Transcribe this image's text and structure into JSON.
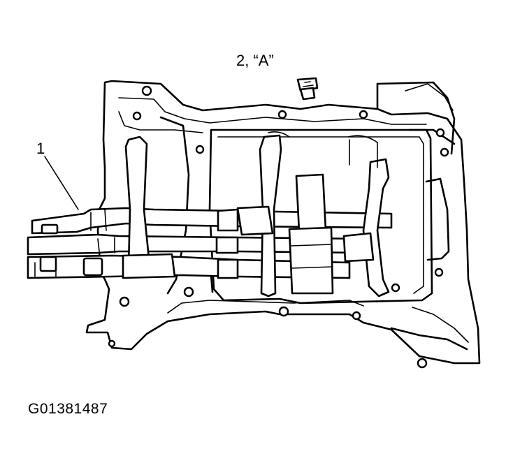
{
  "callouts": {
    "part_1": "1",
    "part_2": "2, “A”"
  },
  "figure_id": "G01381487"
}
